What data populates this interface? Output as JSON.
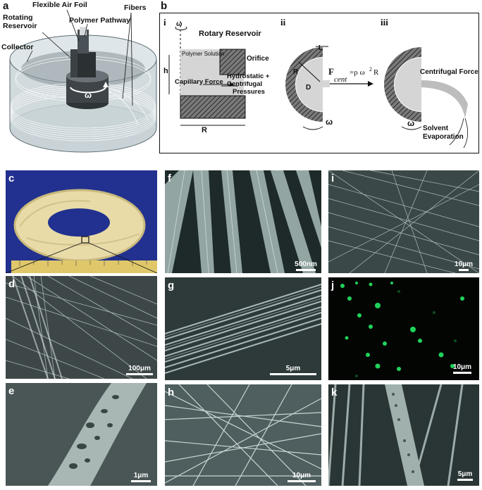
{
  "panels": {
    "a": {
      "label": "a",
      "annotations": {
        "flexible_air_foil": "Flexible Air Foil",
        "rotating_reservoir_1": "Rotating",
        "rotating_reservoir_2": "Reservoir",
        "polymer_pathway": "Polymer Pathway",
        "fibers": "Fibers",
        "collector": "Collector",
        "omega": "ω"
      }
    },
    "b": {
      "label": "b",
      "sub_i": {
        "label": "i",
        "rotary_reservoir": "Rotary Reservoir",
        "polymer_solution": "Polymer Solution",
        "orifice": "Orifice",
        "h": "h",
        "capillary_force": "Capillary Force",
        "hydrostatic_1": "Hydrostatic +",
        "hydrostatic_2": "Centrifugal",
        "hydrostatic_3": "Pressures",
        "R": "R",
        "omega": "ω"
      },
      "sub_ii": {
        "label": "ii",
        "L": "L",
        "R": "R",
        "D": "D",
        "F": "F",
        "cent": "cent",
        "formula_eq": "=ρ ω",
        "formula_sup": "2",
        "formula_end": "R",
        "omega": "ω"
      },
      "sub_iii": {
        "label": "iii",
        "centrifugal_force": "Centrifugal Force",
        "solvent_1": "Solvent",
        "solvent_2": "Evaporation",
        "omega": "ω"
      }
    },
    "c": {
      "label": "c"
    },
    "d": {
      "label": "d",
      "scale": "100μm"
    },
    "e": {
      "label": "e",
      "scale": "1μm"
    },
    "f": {
      "label": "f",
      "scale": "500nm"
    },
    "g": {
      "label": "g",
      "scale": "5μm"
    },
    "h": {
      "label": "h",
      "scale": "10μm"
    },
    "i": {
      "label": "i",
      "scale": "10μm"
    },
    "j": {
      "label": "j",
      "scale": "10μm"
    },
    "k": {
      "label": "k",
      "scale": "5μm"
    }
  },
  "colors": {
    "sem_dark": "#1e2a2a",
    "sem_light": "#9fb3b0",
    "fluor_green": "#1fd35a",
    "blue_backdrop": "#22318f",
    "fiber_yellow": "#e8dba8"
  }
}
